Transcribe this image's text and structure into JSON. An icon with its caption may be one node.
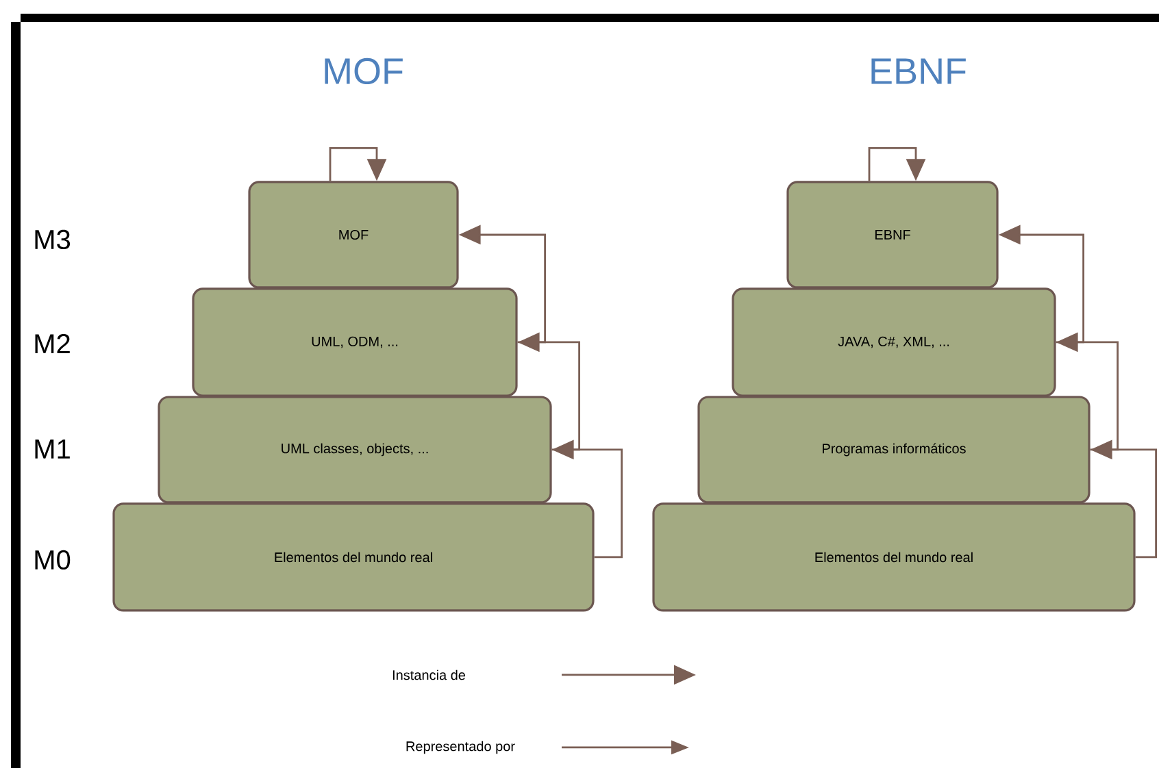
{
  "diagram": {
    "nodes": [
      {
        "text": [
          "MOF"
        ]
      },
      {
        "text": [
          "UML, ODM, ..."
        ]
      },
      {
        "text": [
          "UML classes, objects, ..."
        ]
      },
      {
        "text": [
          "Elementos del mundo real"
        ]
      },
      {
        "text": [
          "EBNF"
        ]
      },
      {
        "text": [
          "JAVA, C#, XML, ..."
        ]
      },
      {
        "text": [
          "Programas informáticos"
        ]
      },
      {
        "text": [
          "Elementos del mundo real"
        ]
      }
    ],
    "edges": [
      {
        "from": 0,
        "to": 0,
        "arrow": "to"
      },
      {
        "from": 1,
        "to": 0,
        "arrow": "to"
      },
      {
        "from": 2,
        "to": 1,
        "arrow": "to"
      },
      {
        "from": 3,
        "to": 2,
        "arrow": "to"
      },
      {
        "from": 4,
        "to": 4,
        "arrow": "to"
      },
      {
        "from": 5,
        "to": 4,
        "arrow": "to"
      },
      {
        "from": 6,
        "to": 5,
        "arrow": "to"
      },
      {
        "from": 7,
        "to": 6,
        "arrow": "to"
      }
    ],
    "labels": [
      "MOF",
      "EBNF",
      "M3",
      "M2",
      "M1",
      "M0"
    ],
    "legend": [
      {
        "text": "Instancia de"
      },
      {
        "text": "Representado por"
      }
    ]
  }
}
